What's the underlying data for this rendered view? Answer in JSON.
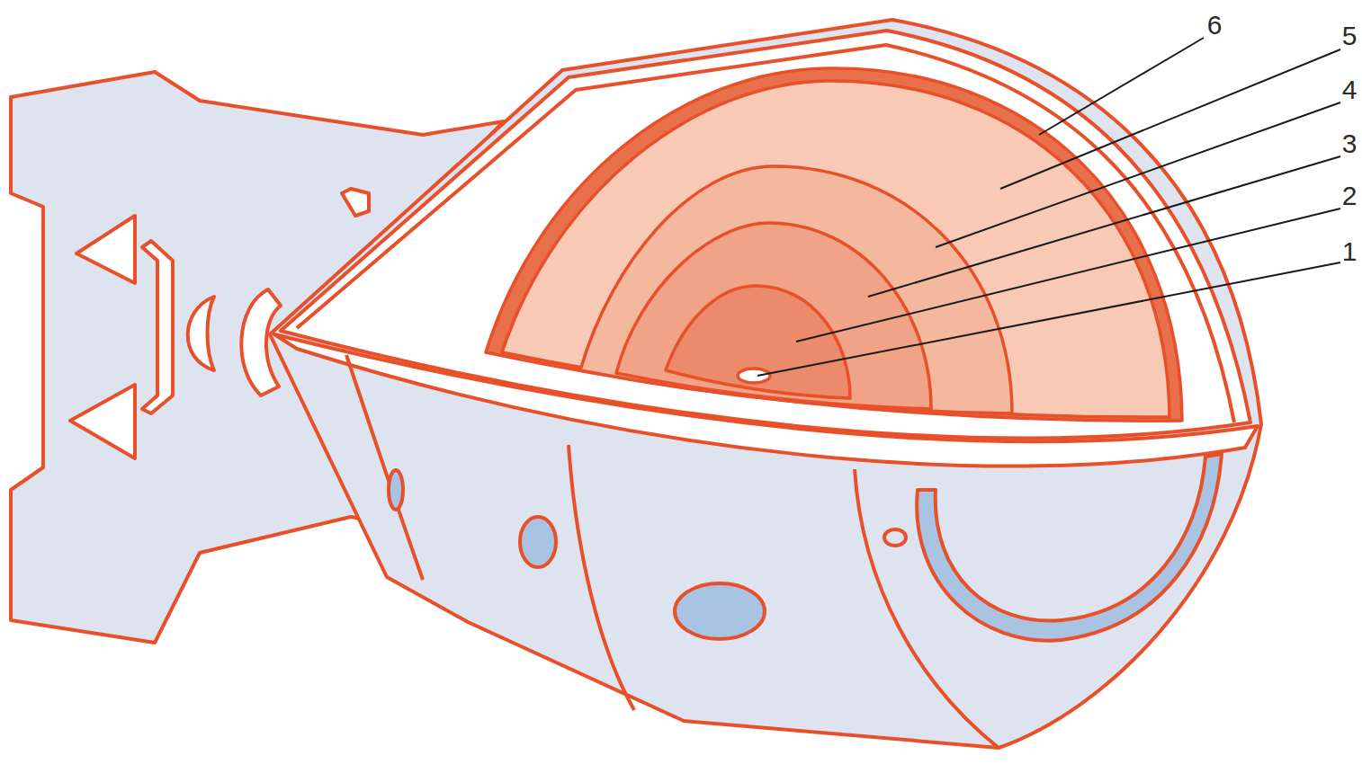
{
  "diagram": {
    "labels": [
      "6",
      "5",
      "4",
      "3",
      "2",
      "1"
    ]
  }
}
